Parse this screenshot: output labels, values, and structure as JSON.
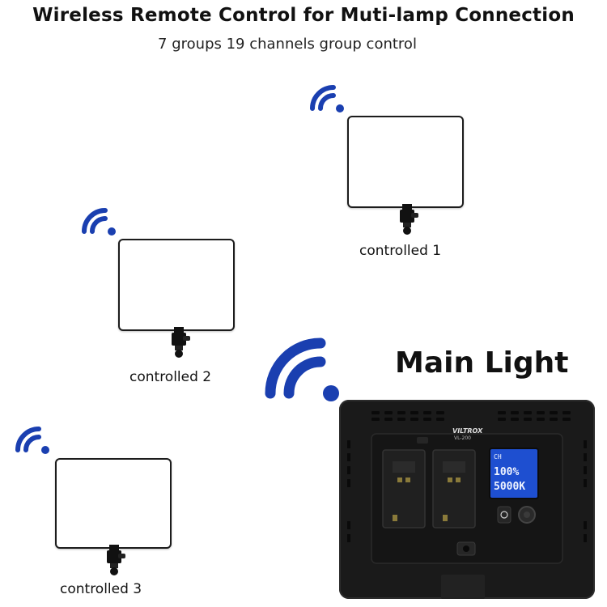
{
  "header": {
    "title": "Wireless Remote Control for Muti-lamp Connection",
    "subtitle": "7 groups 19 channels group control"
  },
  "lights": [
    {
      "label": "controlled 1"
    },
    {
      "label": "controlled 2"
    },
    {
      "label": "controlled 3"
    }
  ],
  "main_light": {
    "label": "Main Light",
    "brand": "VILTROX",
    "model": "VL-200",
    "display": {
      "channel": "CH",
      "brightness": "100%",
      "color_temp": "5000K"
    }
  },
  "colors": {
    "signal": "#1a3fb0",
    "panel_border": "#1c1c1c",
    "device_body": "#1a1a1a",
    "lcd": "#1e4fd0"
  },
  "icons": [
    "wifi-signal-icon",
    "mount-clamp-icon",
    "power-button-icon",
    "dial-knob-icon"
  ]
}
